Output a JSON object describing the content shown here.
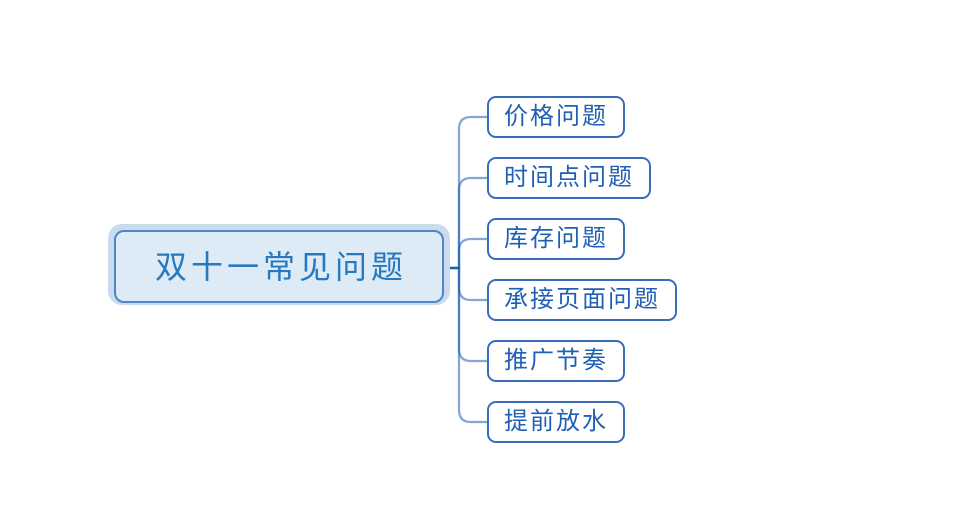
{
  "mindmap": {
    "root": {
      "label": "双十一常见问题"
    },
    "children": [
      {
        "label": "价格问题"
      },
      {
        "label": "时间点问题"
      },
      {
        "label": "库存问题"
      },
      {
        "label": "承接页面问题"
      },
      {
        "label": "推广节奏"
      },
      {
        "label": "提前放水"
      }
    ]
  },
  "colors": {
    "background": "#ffffff",
    "connector": "#1f5fae",
    "child_border": "#3a6db8",
    "child_text": "#2060b4",
    "root_fill": "#dcebf6",
    "root_border": "#4f86c6",
    "root_halo": "#c9dbec",
    "root_text": "#2878c0"
  }
}
